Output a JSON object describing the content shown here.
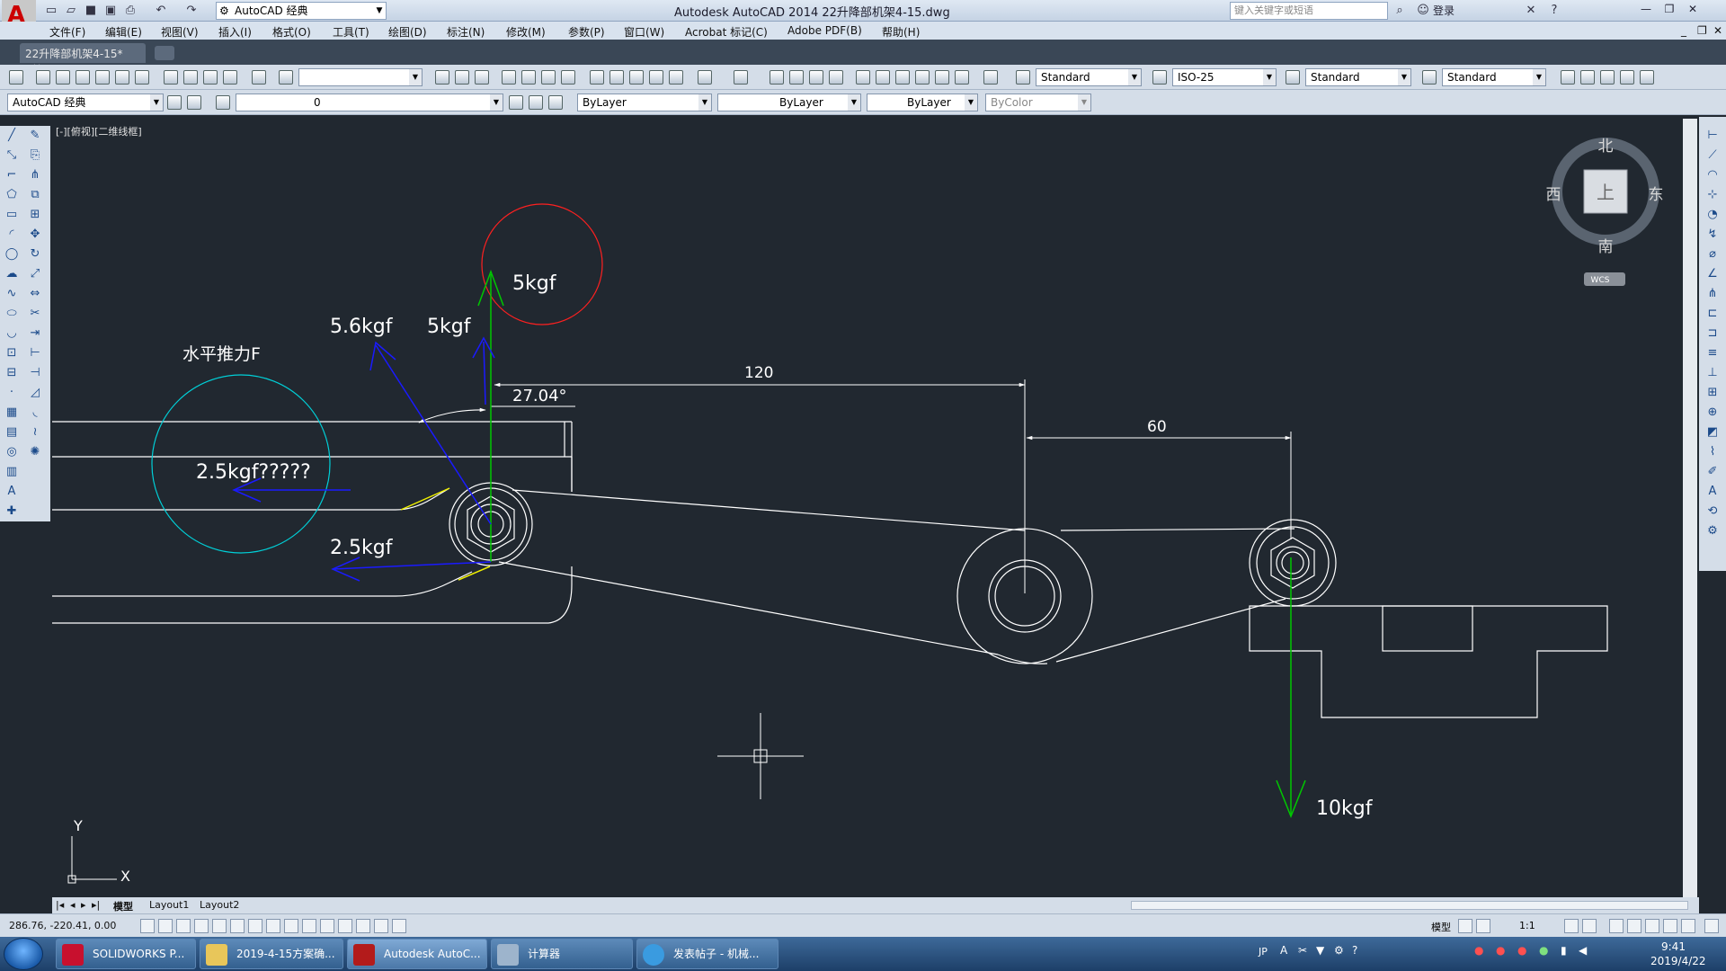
{
  "titlebar": {
    "workspace": "AutoCAD 经典",
    "title": "Autodesk AutoCAD 2014    22升降部机架4-15.dwg",
    "search_placeholder": "键入关键字或短语",
    "login": "登录"
  },
  "menu": {
    "items": [
      "文件(F)",
      "编辑(E)",
      "视图(V)",
      "插入(I)",
      "格式(O)",
      "工具(T)",
      "绘图(D)",
      "标注(N)",
      "修改(M)",
      "参数(P)",
      "窗口(W)",
      "Acrobat 标记(C)",
      "Adobe PDF(B)",
      "帮助(H)"
    ]
  },
  "doc_tab": {
    "label": "22升降部机架4-15*",
    "close": "×"
  },
  "toolbar1": {
    "text_style": "Standard",
    "dim_style": "ISO-25",
    "table_style": "Standard",
    "mleader_style": "Standard"
  },
  "toolbar2": {
    "workspace": "AutoCAD 经典",
    "layer": "0",
    "color": "ByLayer",
    "linetype": "ByLayer",
    "lineweight": "ByLayer",
    "plotstyle": "ByColor"
  },
  "viewport": {
    "label": "[-][俯视][二维线框]",
    "viewcube": {
      "north": "北",
      "south": "南",
      "east": "东",
      "west": "西",
      "face": "上",
      "wcs": "WCS"
    },
    "ucs": {
      "x": "X",
      "y": "Y"
    }
  },
  "drawing": {
    "labels": {
      "force_5kgf_top": "5kgf",
      "force_56kgf": "5.6kgf",
      "force_5kgf_mid": "5kgf",
      "horizontal_thrust": "水平推力F",
      "angle": "27.04°",
      "dim_120": "120",
      "dim_60": "60",
      "force_25kgf_q": "2.5kgf?????",
      "force_25kgf": "2.5kgf",
      "force_10kgf": "10kgf"
    },
    "colors": {
      "background": "#212830",
      "geometry": "#ffffff",
      "green_force": "#00c800",
      "blue_force": "#1a1aff",
      "red_circle": "#ff2020",
      "cyan_circle": "#00d0d8",
      "yellow": "#f0f000"
    }
  },
  "layout_tabs": [
    "模型",
    "Layout1",
    "Layout2"
  ],
  "status": {
    "coords": "286.76, -220.41, 0.00",
    "model": "模型",
    "scale": "1:1"
  },
  "taskbar": {
    "apps": [
      "SOLIDWORKS P...",
      "2019-4-15方案确...",
      "Autodesk AutoC...",
      "计算器",
      "发表帖子 - 机械..."
    ],
    "time": "9:41",
    "date": "2019/4/22"
  }
}
